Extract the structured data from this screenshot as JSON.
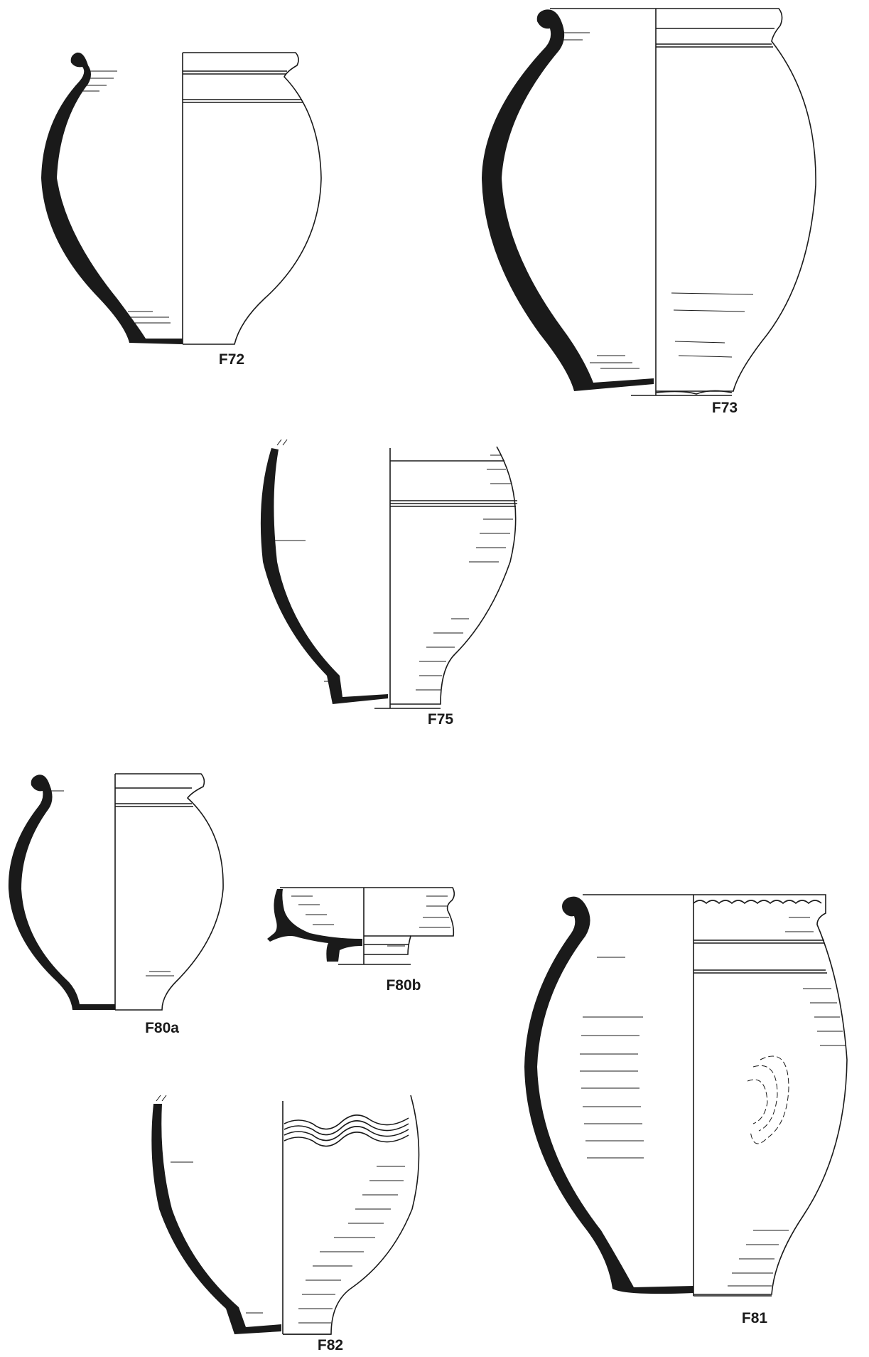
{
  "figures": [
    {
      "id": "F72",
      "label": "F72"
    },
    {
      "id": "F73",
      "label": "F73"
    },
    {
      "id": "F75",
      "label": "F75"
    },
    {
      "id": "F80a",
      "label": "F80a"
    },
    {
      "id": "F80b",
      "label": "F80b"
    },
    {
      "id": "F81",
      "label": "F81"
    },
    {
      "id": "F82",
      "label": "F82"
    }
  ],
  "colors": {
    "ink": "#1a1a1a",
    "paper": "#ffffff"
  }
}
